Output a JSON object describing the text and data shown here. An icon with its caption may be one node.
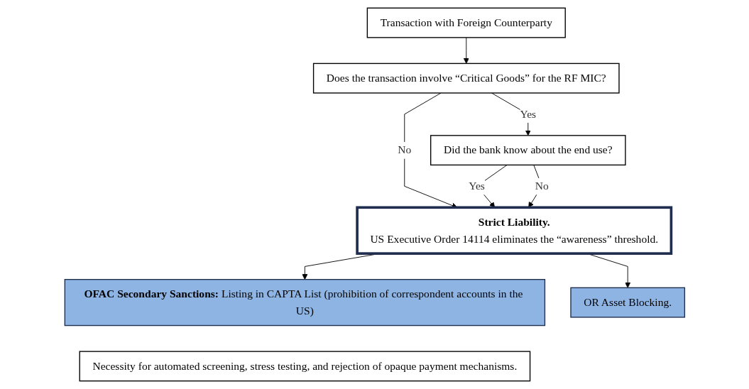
{
  "diagram": {
    "nodes": [
      {
        "text": [
          "Transaction with Foreign Counterparty"
        ]
      },
      {
        "text": [
          "Does the transaction involve “Critical Goods” for the RF MIC?"
        ]
      },
      {
        "text": [
          "Did the bank know about the end use?"
        ]
      },
      {
        "text": [
          "Strict Liability.",
          "US Executive Order 14114 eliminates the “awareness” threshold."
        ]
      },
      {
        "text": [
          "**OFAC Secondary Sanctions:** Listing in CAPTA List (prohibition of correspondent accounts in the US)"
        ]
      },
      {
        "text": [
          "OR Asset Blocking."
        ]
      },
      {
        "text": [
          "Necessity for automated screening, stress testing, and rejection of opaque payment mechanisms."
        ]
      }
    ],
    "edges": [
      {
        "from": 0,
        "to": 1,
        "arrow": "to"
      },
      {
        "from": 1,
        "to": 2,
        "arrow": "to",
        "label": "Yes"
      },
      {
        "from": 1,
        "to": 3,
        "arrow": "to",
        "label": "No"
      },
      {
        "from": 2,
        "to": 3,
        "arrow": "to",
        "label": "Yes"
      },
      {
        "from": 2,
        "to": 3,
        "arrow": "to",
        "label": "No"
      },
      {
        "from": 3,
        "to": 4,
        "arrow": "to"
      },
      {
        "from": 3,
        "to": 5,
        "arrow": "to"
      }
    ]
  }
}
